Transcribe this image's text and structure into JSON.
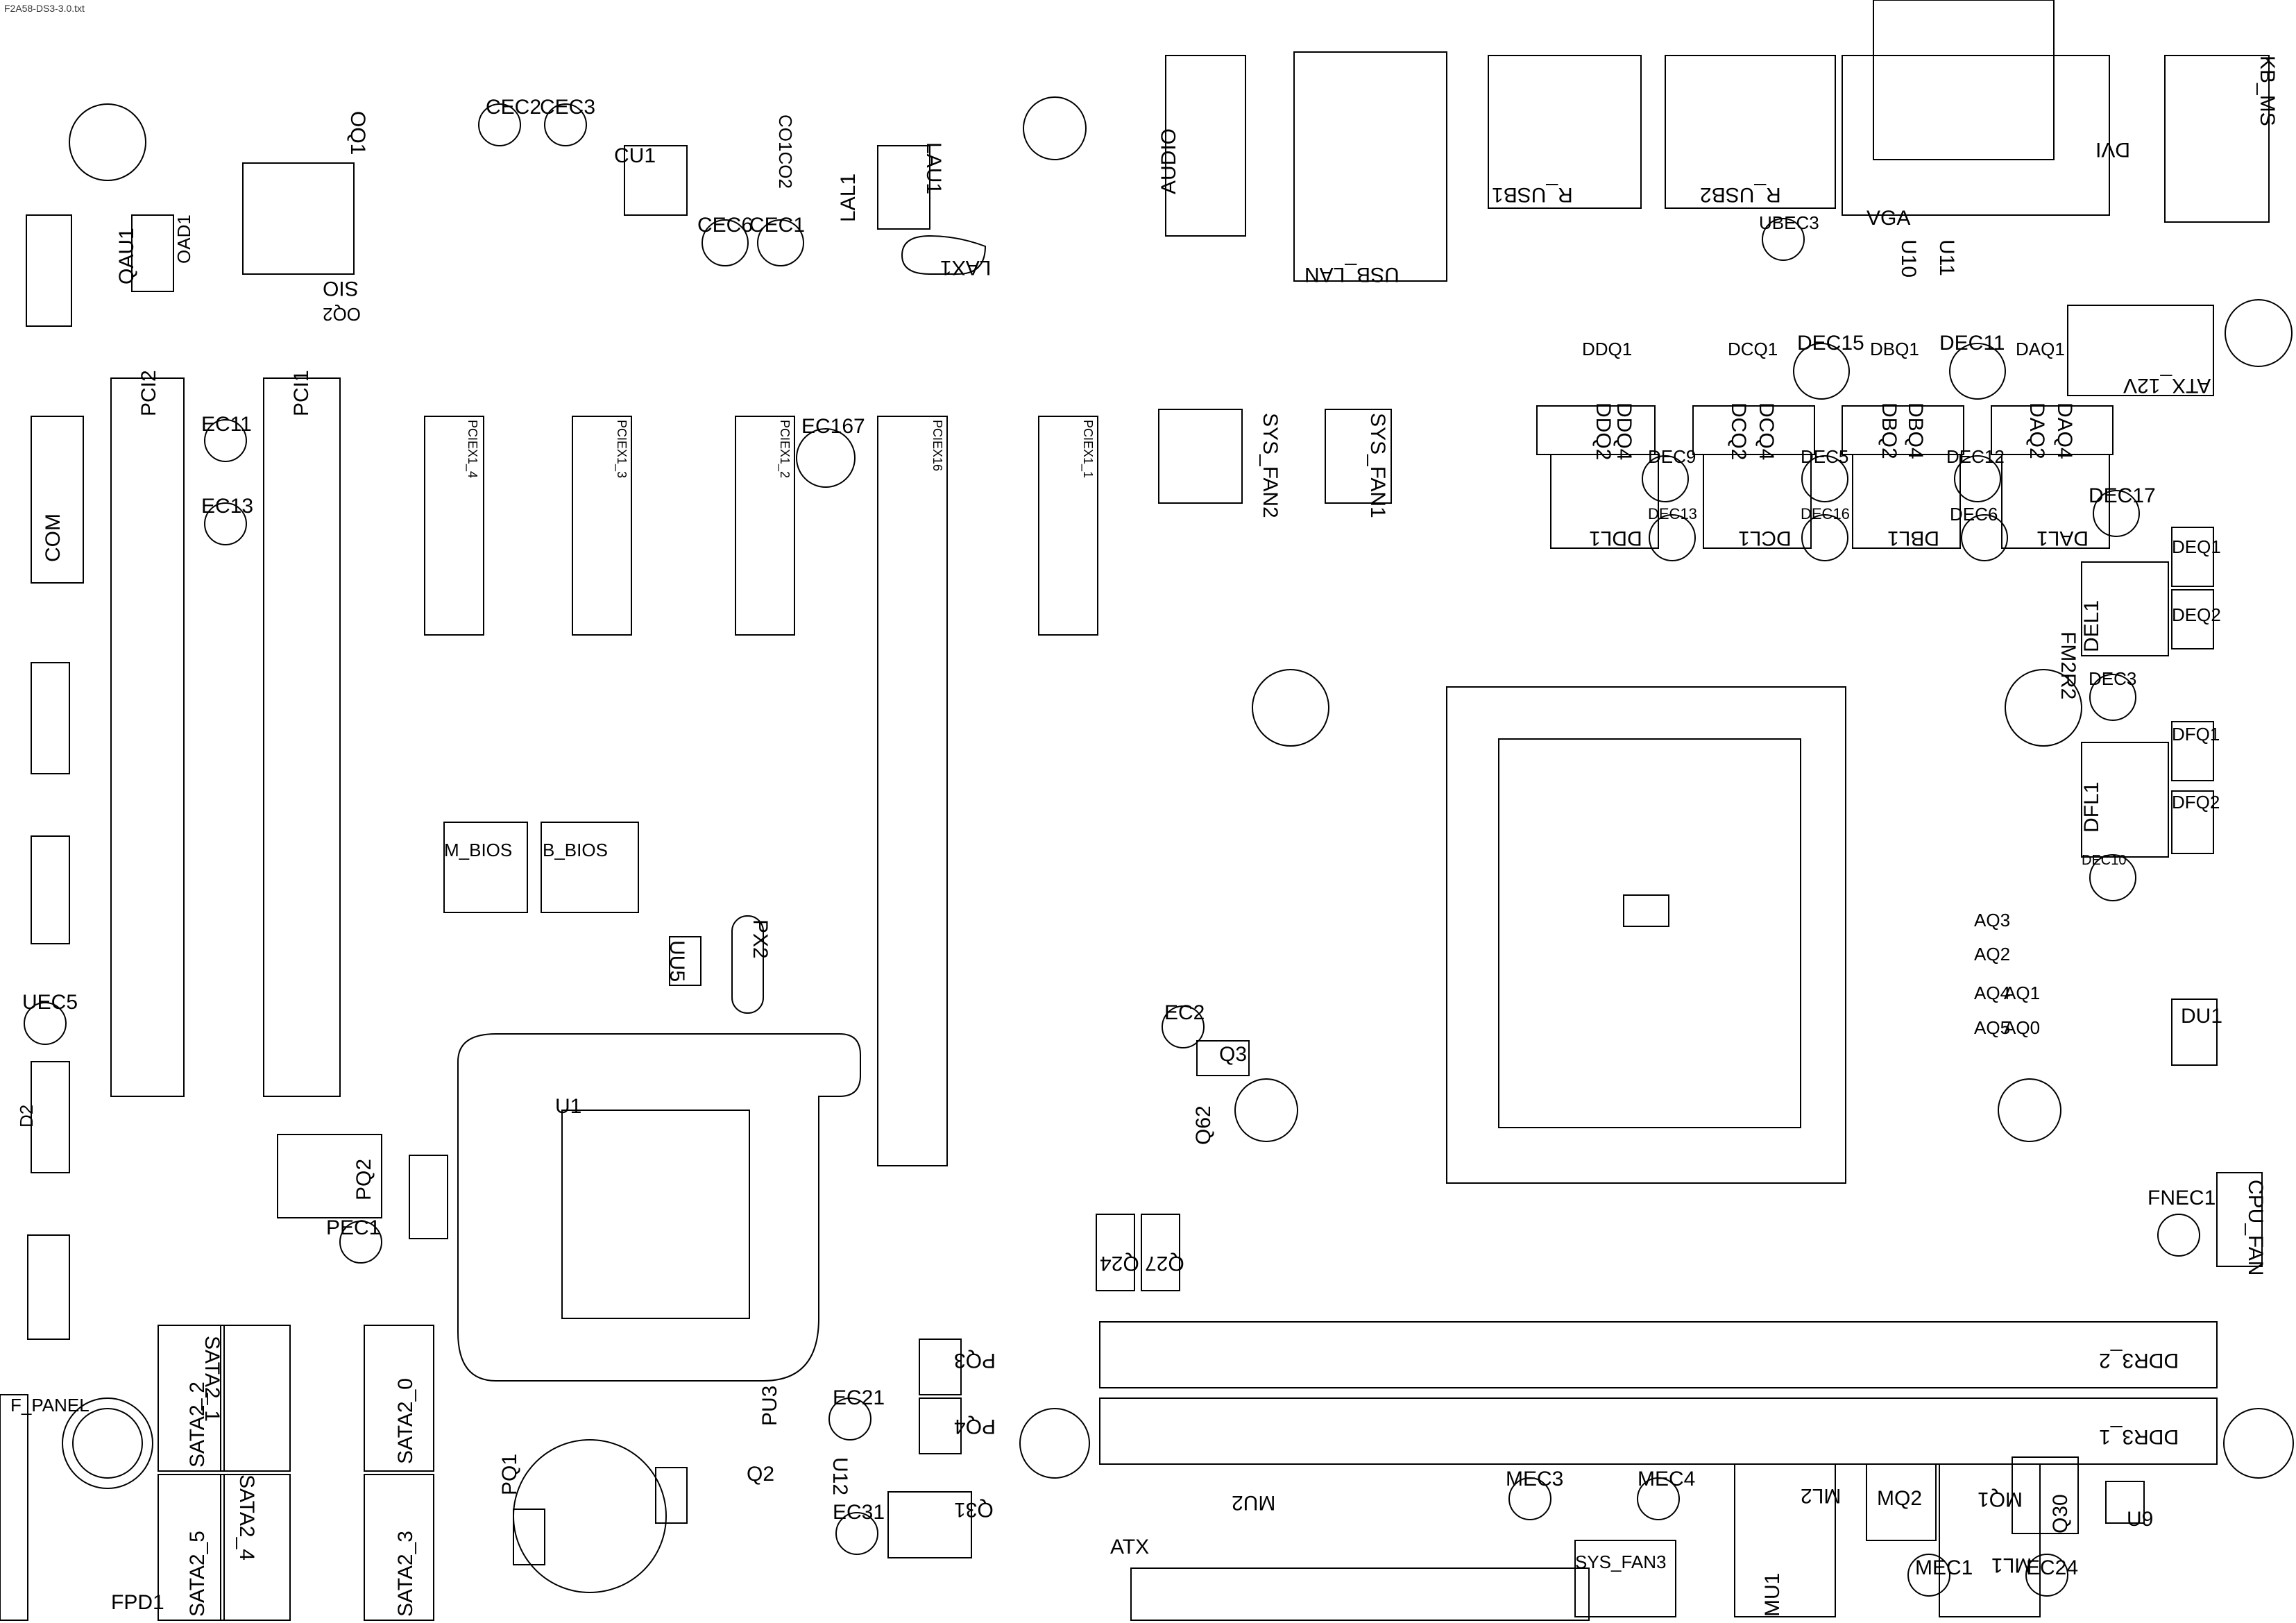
{
  "file_label": "F2A58-DS3-3.0.txt",
  "components": {
    "pci2": "PCI2",
    "pci1": "PCI1",
    "com": "COM",
    "qau1": "QAU1",
    "oad1": "OAD1",
    "sio": "SIO",
    "oq2": "OQ2",
    "oq1": "OQ1",
    "cec2": "CEC2",
    "cec3": "CEC3",
    "cu1": "CU1",
    "cec6": "CEC6",
    "cec1": "CEC1",
    "co1co2": "CO1CO2",
    "lal1": "LAL1",
    "lau1": "LAU1",
    "lax1": "LAX1",
    "audio": "AUDIO",
    "usb_lan": "USB_LAN",
    "r_usb1": "R_USB1",
    "r_usb2": "R_USB2",
    "vga": "VGA",
    "dvi": "DVI",
    "kb_ms": "KB_MS",
    "ubec3": "UBEC3",
    "u10": "U10",
    "u11": "U11",
    "atx_12v": "ATX_12V",
    "ec11": "EC11",
    "ec13": "EC13",
    "ec167": "EC167",
    "pciex1_4": "PCIEX1_4",
    "pciex1_3": "PCIEX1_3",
    "pciex1_2": "PCIEX1_2",
    "pciex16": "PCIEX16",
    "pciex1_1": "PCIEX1_1",
    "sys_fan2": "SYS_FAN2",
    "sys_fan1": "SYS_FAN1",
    "ddq1": "DDQ1",
    "dcq1": "DCQ1",
    "dec15": "DEC15",
    "dbq1": "DBQ1",
    "dec11": "DEC11",
    "daq1": "DAQ1",
    "ddq2": "DDQ2",
    "ddq4": "DDQ4",
    "dec9": "DEC9",
    "dcq2": "DCQ2",
    "dcq4": "DCQ4",
    "dec5": "DEC5",
    "dbq2": "DBQ2",
    "dbq4": "DBQ4",
    "dec12": "DEC12",
    "daq2": "DAQ2",
    "daq4": "DAQ4",
    "ddl1": "DDL1",
    "dec13": "DEC13",
    "dcl1": "DCL1",
    "dec16": "DEC16",
    "dbl1": "DBL1",
    "dec6": "DEC6",
    "dal1": "DAL1",
    "dec17": "DEC17",
    "deq1": "DEQ1",
    "del1": "DEL1",
    "deq2": "DEQ2",
    "fm2r2": "FM2R2",
    "dec3": "DEC3",
    "dfq1": "DFQ1",
    "dfl1": "DFL1",
    "dfq2": "DFQ2",
    "dec10": "DEC10",
    "m_bios": "M_BIOS",
    "b_bios": "B_BIOS",
    "uu5": "UU5",
    "px2": "PX2",
    "uec5": "UEC5",
    "d2": "D2",
    "pq2": "PQ2",
    "pec1": "PEC1",
    "u1": "U1",
    "ec2": "EC2",
    "q3": "Q3",
    "q62": "Q62",
    "q24": "Q24",
    "q27": "Q27",
    "aq3": "AQ3",
    "aq2": "AQ2",
    "aq4": "AQ4",
    "aq1": "AQ1",
    "aq5": "AQ5",
    "aq0": "AQ0",
    "du1": "DU1",
    "fnec1": "FNEC1",
    "cpu_fan": "CPU_FAN",
    "ddr3_2": "DDR3_2",
    "ddr3_1": "DDR3_1",
    "f_panel": "F_PANEL",
    "fpd1": "FPD1",
    "sata2_2": "SATA2_2",
    "sata2_1": "SATA2_1",
    "sata2_0": "SATA2_0",
    "sata2_5": "SATA2_5",
    "sata2_4": "SATA2_4",
    "sata2_3": "SATA2_3",
    "pq3": "PQ3",
    "pq4": "PQ4",
    "pu3": "PU3",
    "ec21": "EC21",
    "q2": "Q2",
    "u12": "U12",
    "ec31": "EC31",
    "q31": "Q31",
    "atx": "ATX",
    "mu2": "MU2",
    "mec3": "MEC3",
    "sys_fan3": "SYS_FAN3",
    "mec4": "MEC4",
    "ml2": "ML2",
    "mq2": "MQ2",
    "mq1": "MQ1",
    "ml1": "ML1",
    "mu1": "MU1",
    "mec1": "MEC1",
    "ec24": "EC24",
    "q30": "Q30",
    "u9": "U9",
    "pq1": "PQ1"
  }
}
